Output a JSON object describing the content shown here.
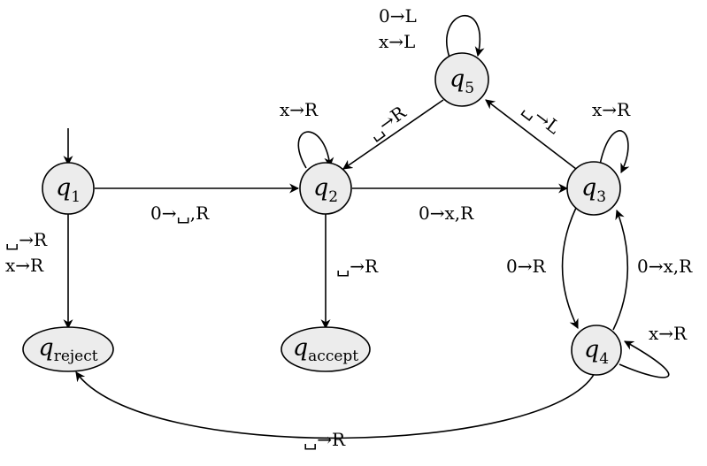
{
  "states": {
    "q1": {
      "symbol": "q",
      "sub": "1"
    },
    "q2": {
      "symbol": "q",
      "sub": "2"
    },
    "q3": {
      "symbol": "q",
      "sub": "3"
    },
    "q4": {
      "symbol": "q",
      "sub": "4"
    },
    "q5": {
      "symbol": "q",
      "sub": "5"
    },
    "reject": {
      "symbol": "q",
      "sub": "reject"
    },
    "accept": {
      "symbol": "q",
      "sub": "accept"
    }
  },
  "transitions": {
    "q1_q2": "0→␣,R",
    "q1_reject_l1": "␣→R",
    "q1_reject_l2": "x→R",
    "q2_self": "x→R",
    "q2_q3": "0→x,R",
    "q2_accept": "␣→R",
    "q3_self": "x→R",
    "q3_q4": "0→R",
    "q4_q3": "0→x,R",
    "q4_self": "x→R",
    "q3_q5": "␣→L",
    "q5_q2": "␣→R",
    "q5_self_l1": "0→L",
    "q5_self_l2": "x→L",
    "q4_reject": "␣→R"
  }
}
